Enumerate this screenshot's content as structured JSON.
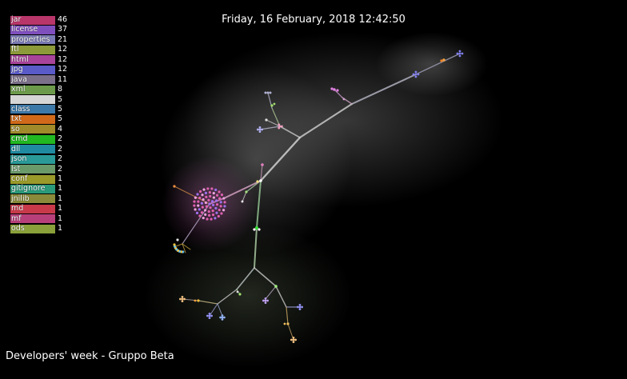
{
  "header": {
    "datetime": "Friday, 16 February, 2018 12:42:50"
  },
  "footer": {
    "caption": "Developers' week - Gruppo Beta"
  },
  "legend": {
    "items": [
      {
        "ext": "jar",
        "count": "46",
        "color": "#b8366a"
      },
      {
        "ext": "license",
        "count": "37",
        "color": "#7f4fbd"
      },
      {
        "ext": "properties",
        "count": "21",
        "color": "#7a7ab5"
      },
      {
        "ext": "ftl",
        "count": "12",
        "color": "#8d9a3a"
      },
      {
        "ext": "html",
        "count": "12",
        "color": "#a8449a"
      },
      {
        "ext": "jpg",
        "count": "12",
        "color": "#5a5ac8"
      },
      {
        "ext": "java",
        "count": "11",
        "color": "#7b6f8a"
      },
      {
        "ext": "xml",
        "count": "8",
        "color": "#6c9a4a"
      },
      {
        "ext": "",
        "count": "5",
        "color": "#d6d6d6"
      },
      {
        "ext": "class",
        "count": "5",
        "color": "#3c78a8"
      },
      {
        "ext": "txt",
        "count": "5",
        "color": "#d06a1a"
      },
      {
        "ext": "so",
        "count": "4",
        "color": "#a08a2a"
      },
      {
        "ext": "cmd",
        "count": "2",
        "color": "#22b822"
      },
      {
        "ext": "dll",
        "count": "2",
        "color": "#1f8aa0"
      },
      {
        "ext": "json",
        "count": "2",
        "color": "#2a9a98"
      },
      {
        "ext": "lst",
        "count": "2",
        "color": "#6a9a6a"
      },
      {
        "ext": "conf",
        "count": "1",
        "color": "#9a9a2a"
      },
      {
        "ext": "gitignore",
        "count": "1",
        "color": "#2a9a7a"
      },
      {
        "ext": "jnilib",
        "count": "1",
        "color": "#8a8a3a"
      },
      {
        "ext": "md",
        "count": "1",
        "color": "#c83a4a"
      },
      {
        "ext": "mf",
        "count": "1",
        "color": "#b8407a"
      },
      {
        "ext": "ods",
        "count": "1",
        "color": "#8aa03a"
      }
    ]
  }
}
